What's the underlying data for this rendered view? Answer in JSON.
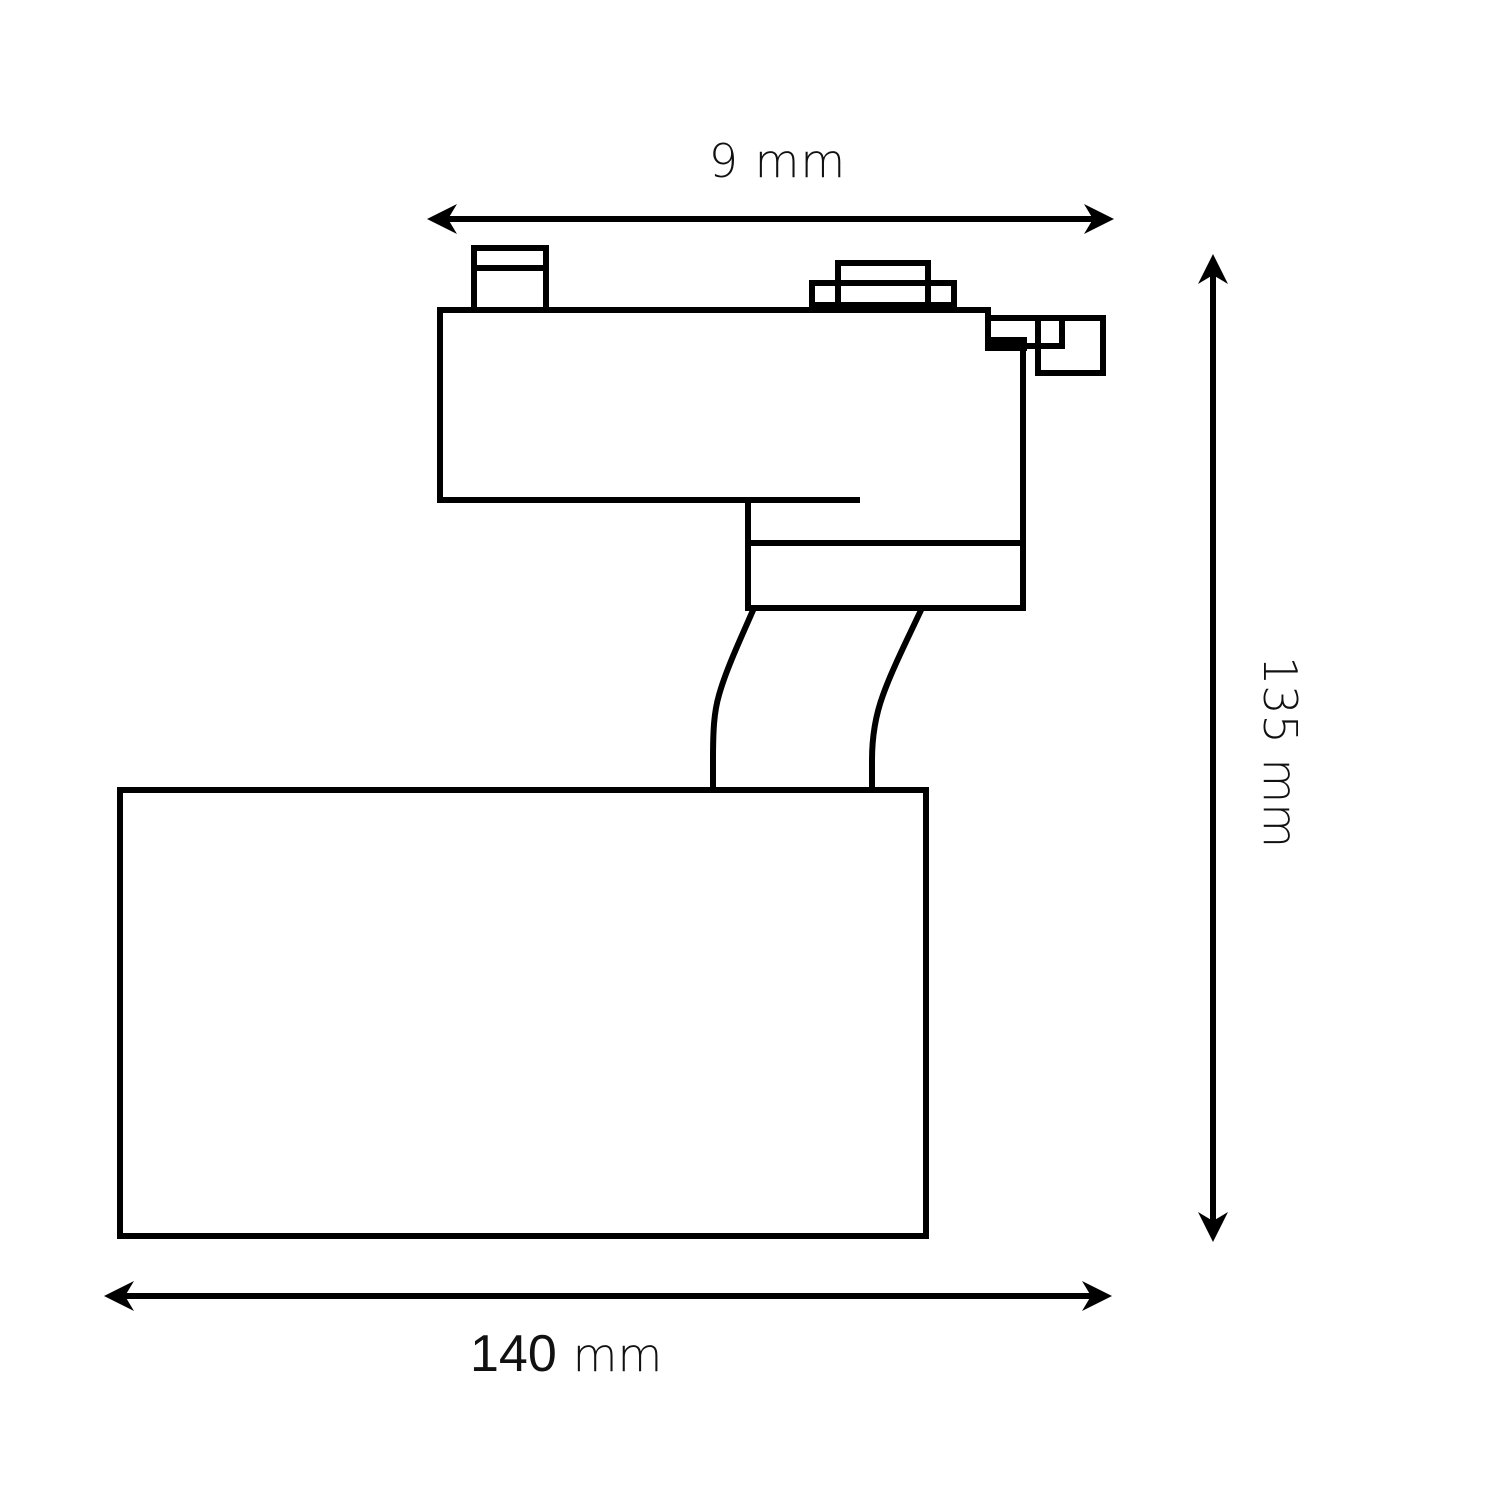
{
  "diagram": {
    "title": "Track light fixture dimensional drawing",
    "line_color": "#000000",
    "background_color": "#ffffff",
    "dimensions": {
      "top_width": {
        "value": "9",
        "unit": "mm",
        "label": "9 mm"
      },
      "overall_height": {
        "value": "135",
        "unit": "mm",
        "label": "135 mm"
      },
      "body_length": {
        "value": "140",
        "unit": "mm",
        "label": "140 mm"
      }
    },
    "components": [
      "track-adapter",
      "adapter-contact-pin-left",
      "adapter-contact-block-right",
      "adapter-side-latch",
      "neck-connector",
      "stem-arm",
      "lamp-body"
    ]
  }
}
